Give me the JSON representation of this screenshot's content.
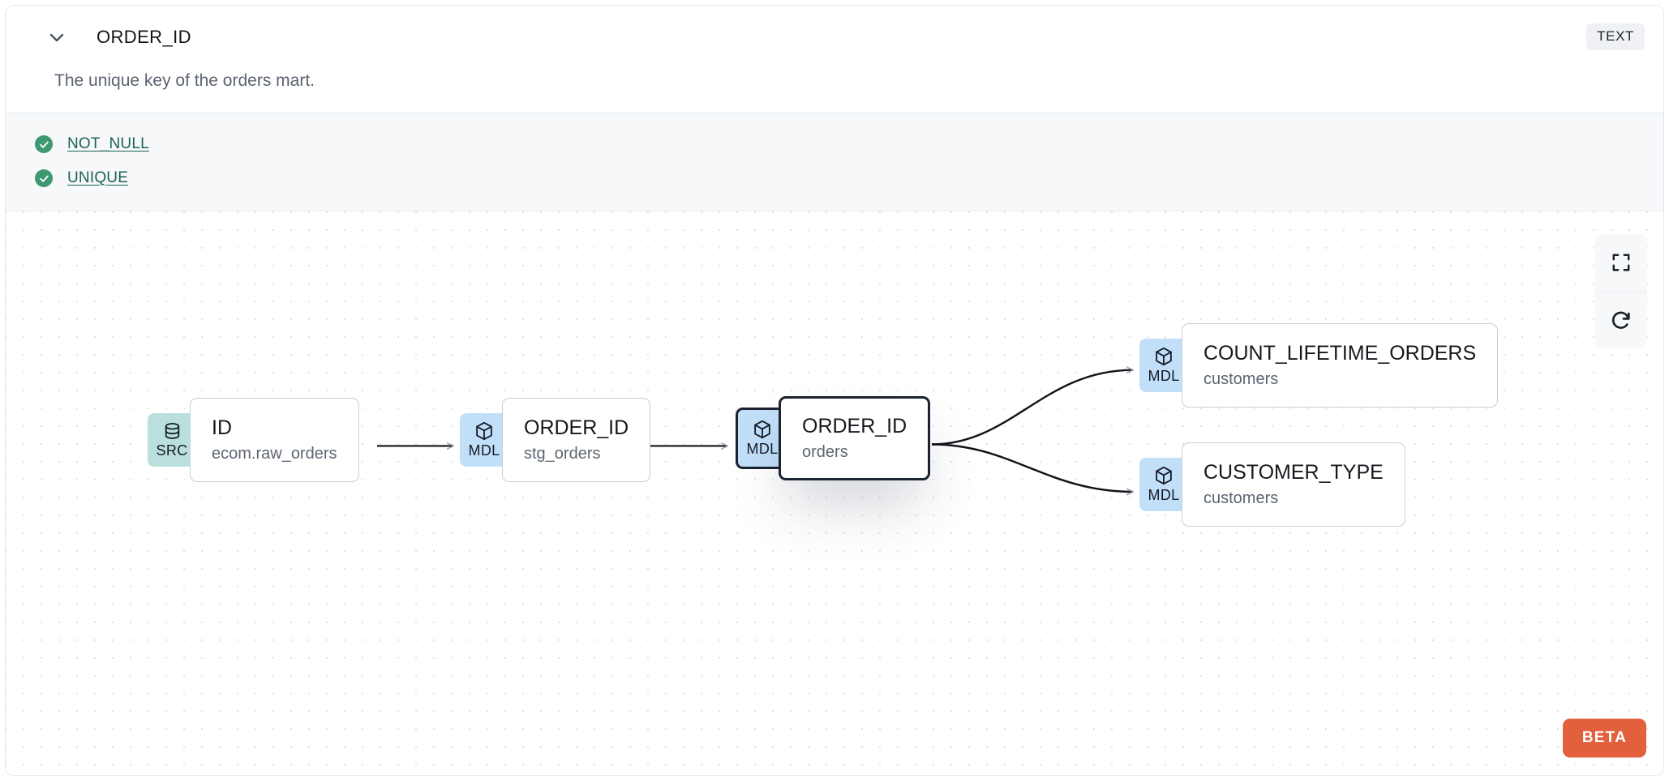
{
  "header": {
    "chevron_icon": "chevron-down-icon",
    "title": "ORDER_ID",
    "type_badge": "TEXT",
    "description": "The unique key of the orders mart."
  },
  "tests": [
    {
      "icon": "check-circle-icon",
      "label": "NOT_NULL"
    },
    {
      "icon": "check-circle-icon",
      "label": "UNIQUE"
    }
  ],
  "canvas": {
    "controls": [
      {
        "name": "fullscreen-button",
        "icon": "fullscreen-icon"
      },
      {
        "name": "refresh-button",
        "icon": "refresh-icon"
      }
    ],
    "beta_label": "BETA",
    "colors": {
      "src_badge": "#b9e0dc",
      "mdl_badge": "#c2dffa",
      "beta": "#e2603c",
      "test_pass": "#3f9970",
      "test_link": "#1c6158",
      "selected_border": "#1b2230"
    }
  },
  "lineage": {
    "nodes": [
      {
        "id": "src_id",
        "kind": "SRC",
        "icon": "database-icon",
        "column": "ID",
        "model": "ecom.raw_orders",
        "selected": false
      },
      {
        "id": "stg",
        "kind": "MDL",
        "icon": "cube-icon",
        "column": "ORDER_ID",
        "model": "stg_orders",
        "selected": false
      },
      {
        "id": "orders",
        "kind": "MDL",
        "icon": "cube-icon",
        "column": "ORDER_ID",
        "model": "orders",
        "selected": true
      },
      {
        "id": "cust_cnt",
        "kind": "MDL",
        "icon": "cube-icon",
        "column": "COUNT_LIFETIME_ORDERS",
        "model": "customers",
        "selected": false
      },
      {
        "id": "cust_typ",
        "kind": "MDL",
        "icon": "cube-icon",
        "column": "CUSTOMER_TYPE",
        "model": "customers",
        "selected": false
      }
    ],
    "edges": [
      {
        "from": "src_id",
        "to": "stg",
        "style": "straight"
      },
      {
        "from": "stg",
        "to": "orders",
        "style": "straight"
      },
      {
        "from": "orders",
        "to": "cust_cnt",
        "style": "curved"
      },
      {
        "from": "orders",
        "to": "cust_typ",
        "style": "curved"
      }
    ]
  }
}
